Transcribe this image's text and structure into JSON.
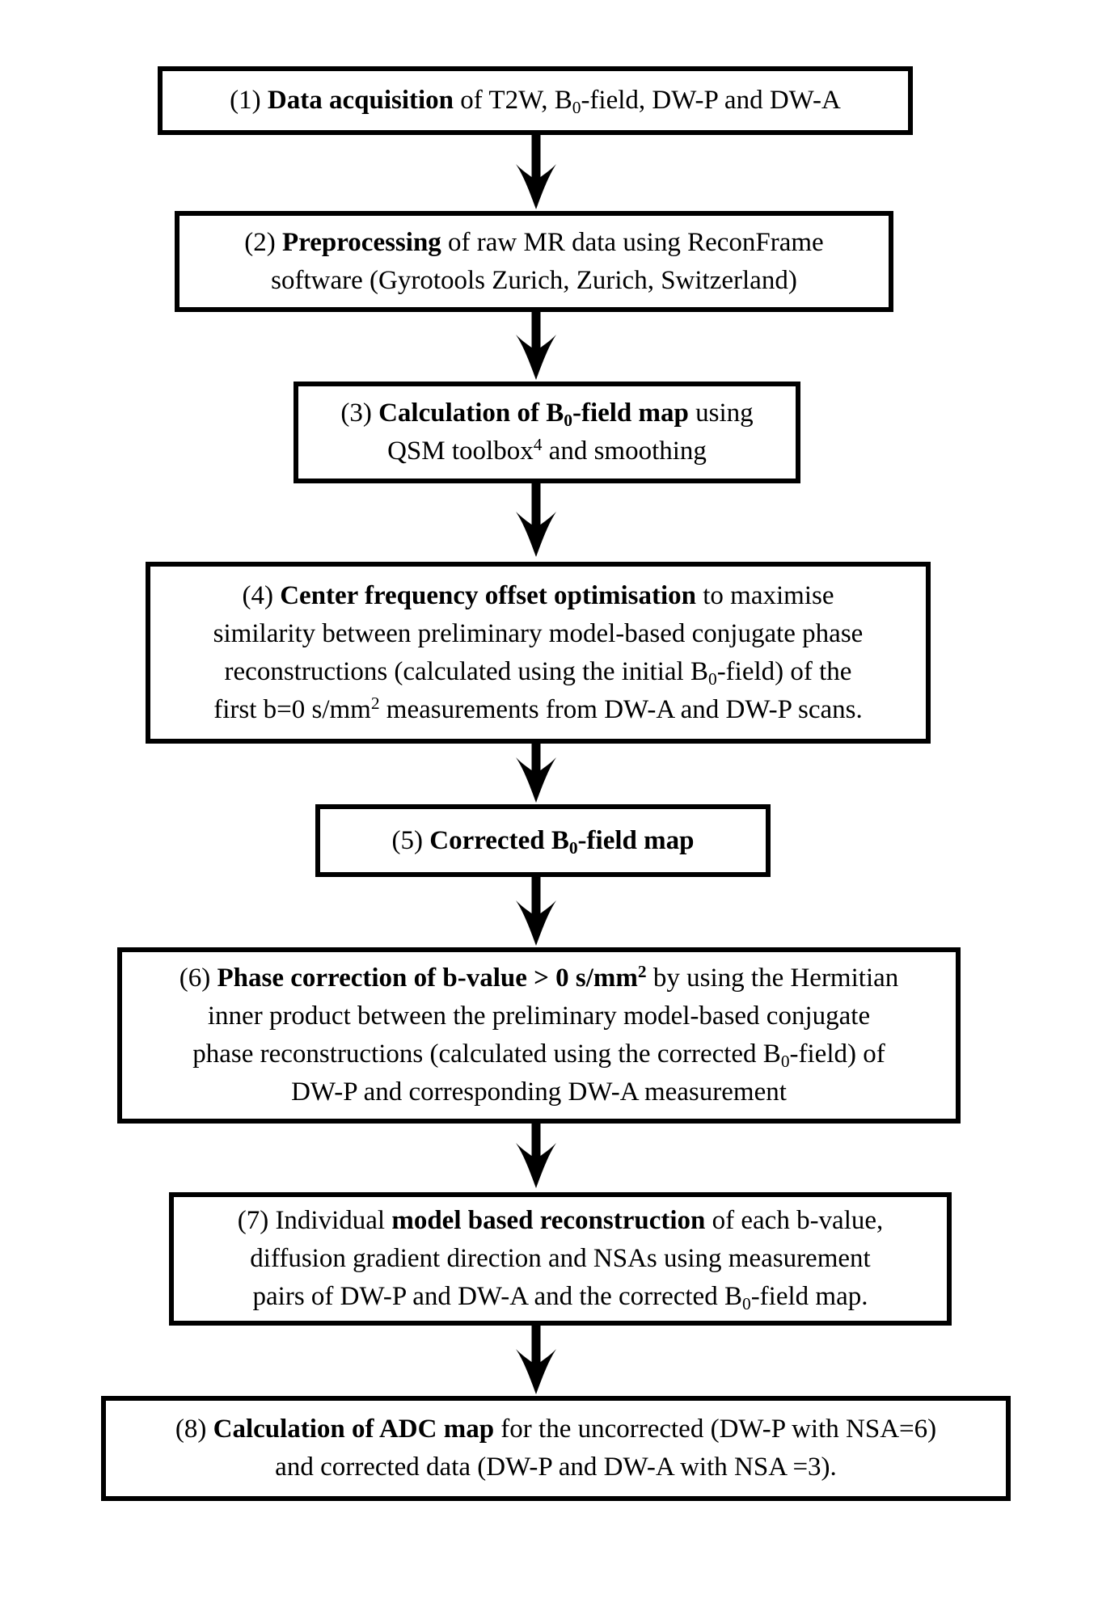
{
  "diagram": {
    "type": "flowchart",
    "background_color": "#ffffff",
    "box_border_color": "#000000",
    "text_color": "#000000",
    "arrow_color": "#000000",
    "steps": [
      {
        "id": "1",
        "lines": [
          [
            {
              "t": "(1) "
            },
            {
              "t": "Data acquisition",
              "b": true
            },
            {
              "t": " of T2W, B"
            },
            {
              "t": "0",
              "sub": true
            },
            {
              "t": "-field, DW-P and DW-A"
            }
          ]
        ]
      },
      {
        "id": "2",
        "lines": [
          [
            {
              "t": "(2) "
            },
            {
              "t": "Preprocessing",
              "b": true
            },
            {
              "t": " of raw MR data using ReconFrame"
            }
          ],
          [
            {
              "t": "software (Gyrotools Zurich, Zurich, Switzerland)"
            }
          ]
        ]
      },
      {
        "id": "3",
        "lines": [
          [
            {
              "t": "(3) "
            },
            {
              "t": "Calculation of B",
              "b": true
            },
            {
              "t": "0",
              "b": true,
              "sub": true
            },
            {
              "t": "-field map",
              "b": true
            },
            {
              "t": " using"
            }
          ],
          [
            {
              "t": "QSM toolbox"
            },
            {
              "t": "4",
              "sup": true
            },
            {
              "t": " and smoothing"
            }
          ]
        ]
      },
      {
        "id": "4",
        "lines": [
          [
            {
              "t": "(4) "
            },
            {
              "t": "Center frequency offset optimisation",
              "b": true
            },
            {
              "t": " to maximise"
            }
          ],
          [
            {
              "t": "similarity between preliminary model-based conjugate phase"
            }
          ],
          [
            {
              "t": "reconstructions (calculated using the initial B"
            },
            {
              "t": "0",
              "sub": true
            },
            {
              "t": "-field) of the"
            }
          ],
          [
            {
              "t": "first b=0 s/mm"
            },
            {
              "t": "2",
              "sup": true
            },
            {
              "t": " measurements from DW-A and DW-P scans."
            }
          ]
        ]
      },
      {
        "id": "5",
        "lines": [
          [
            {
              "t": "(5) "
            },
            {
              "t": "Corrected B",
              "b": true
            },
            {
              "t": "0",
              "b": true,
              "sub": true
            },
            {
              "t": "-field map",
              "b": true
            }
          ]
        ]
      },
      {
        "id": "6",
        "lines": [
          [
            {
              "t": "(6) "
            },
            {
              "t": "Phase correction of b-value > 0 s/mm",
              "b": true
            },
            {
              "t": "2",
              "b": true,
              "sup": true
            },
            {
              "t": " by using the Hermitian"
            }
          ],
          [
            {
              "t": "inner product between the preliminary model-based conjugate"
            }
          ],
          [
            {
              "t": "phase reconstructions (calculated using the corrected B"
            },
            {
              "t": "0",
              "sub": true
            },
            {
              "t": "-field) of"
            }
          ],
          [
            {
              "t": "DW-P and corresponding DW-A measurement"
            }
          ]
        ]
      },
      {
        "id": "7",
        "lines": [
          [
            {
              "t": "(7) Individual "
            },
            {
              "t": "model based reconstruction",
              "b": true
            },
            {
              "t": " of each b-value,"
            }
          ],
          [
            {
              "t": "diffusion gradient direction and NSAs using measurement"
            }
          ],
          [
            {
              "t": "pairs of DW-P and DW-A and the corrected B"
            },
            {
              "t": "0",
              "sub": true
            },
            {
              "t": "-field map."
            }
          ]
        ]
      },
      {
        "id": "8",
        "lines": [
          [
            {
              "t": "(8) "
            },
            {
              "t": "Calculation of ADC map",
              "b": true
            },
            {
              "t": " for the uncorrected (DW-P with NSA=6)"
            }
          ],
          [
            {
              "t": "and corrected data (DW-P and DW-A with NSA =3)."
            }
          ]
        ]
      }
    ]
  }
}
